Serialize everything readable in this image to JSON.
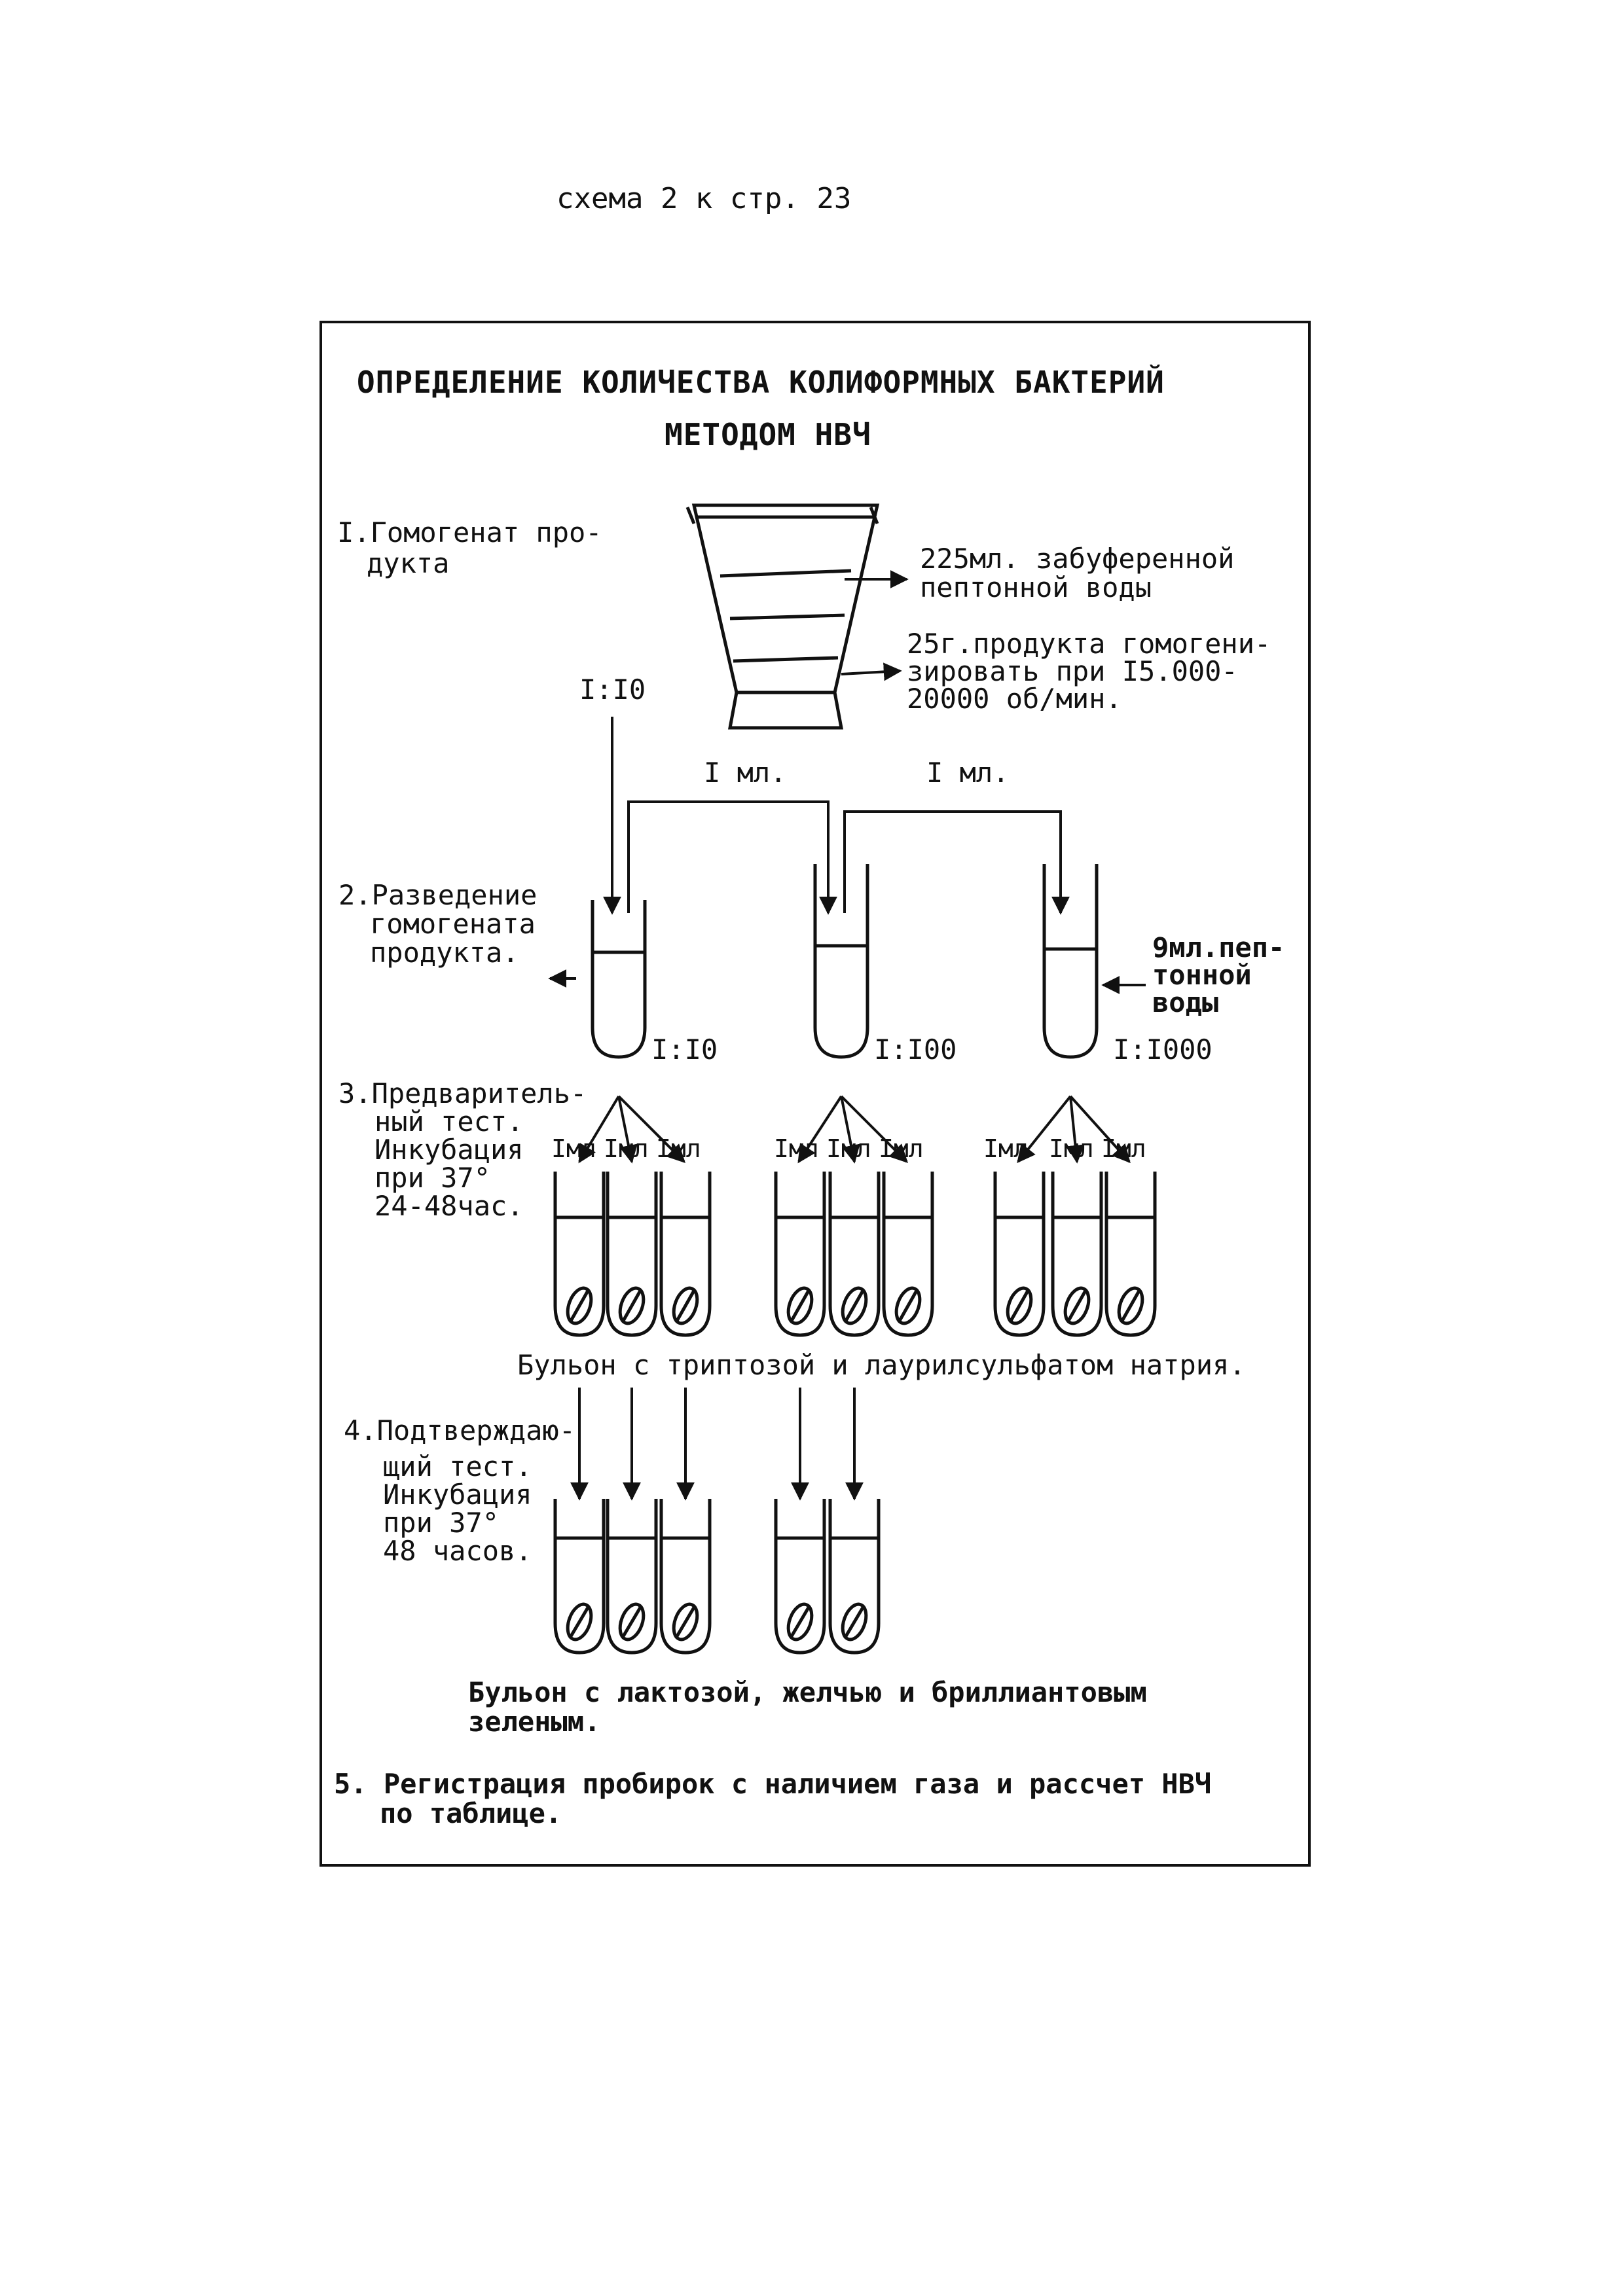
{
  "header": {
    "text": "схема 2 к стр. 23"
  },
  "title": {
    "line1": "ОПРЕДЕЛЕНИЕ   КОЛИЧЕСТВА   КОЛИФОРМНЫХ   БАКТЕРИЙ",
    "line2": "МЕТОДОМ  НВЧ"
  },
  "step1": {
    "label_l1": "I.Гомогенат про-",
    "label_l2": "дукта"
  },
  "funnel_notes": {
    "water_l1": "225мл. забуференной",
    "water_l2": "пептонной воды",
    "product_l1": "25г.продукта гомогени-",
    "product_l2": "зировать при I5.000-",
    "product_l3": "20000 об/мин."
  },
  "transfer": {
    "ratio_top": "I:I0",
    "ml_1": "I мл.",
    "ml_2": "I мл."
  },
  "step2": {
    "label_l1": "2.Разведение",
    "label_l2": "гомогената",
    "label_l3": "продукта."
  },
  "diluent": {
    "l1": "9мл.пеп-",
    "l2": "тонной",
    "l3": "воды"
  },
  "dilutions": [
    "I:I0",
    "I:I00",
    "I:I000"
  ],
  "step3": {
    "label_l1": "3.Предваритель-",
    "label_l2": "ный тест.",
    "label_l3": "Инкубация",
    "label_l4": "при 37°",
    "label_l5": "24-48час."
  },
  "inoculum": [
    "Iмл",
    "Iмл",
    "Iмл",
    "Iмл",
    "Iмл",
    "Iмл",
    "Iмл",
    "Iмл",
    "Iмл"
  ],
  "broth1": "Бульон с триптозой и лаурилсульфатом натрия.",
  "step4": {
    "label_l1": "4.Подтверждаю-",
    "label_l2": "щий тест.",
    "label_l3": "Инкубация",
    "label_l4": "при 37°",
    "label_l5": "48 часов."
  },
  "broth2": {
    "l1": "Бульон с лактозой, желчью и бриллиантовым",
    "l2": "зеленым."
  },
  "step5": {
    "l1": "5. Регистрация пробирок с наличием газа и рассчет НВЧ",
    "l2": "по таблице."
  }
}
